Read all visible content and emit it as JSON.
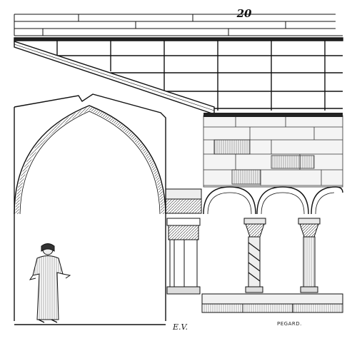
{
  "plate": {
    "number": "20",
    "monogram": "E.V.",
    "engraver": "PEGARD."
  },
  "figure": {
    "subject": "monk-figure"
  },
  "colors": {
    "ink": "#111111",
    "paper": "#ffffff",
    "stone_shade": "#dcdcdc"
  }
}
